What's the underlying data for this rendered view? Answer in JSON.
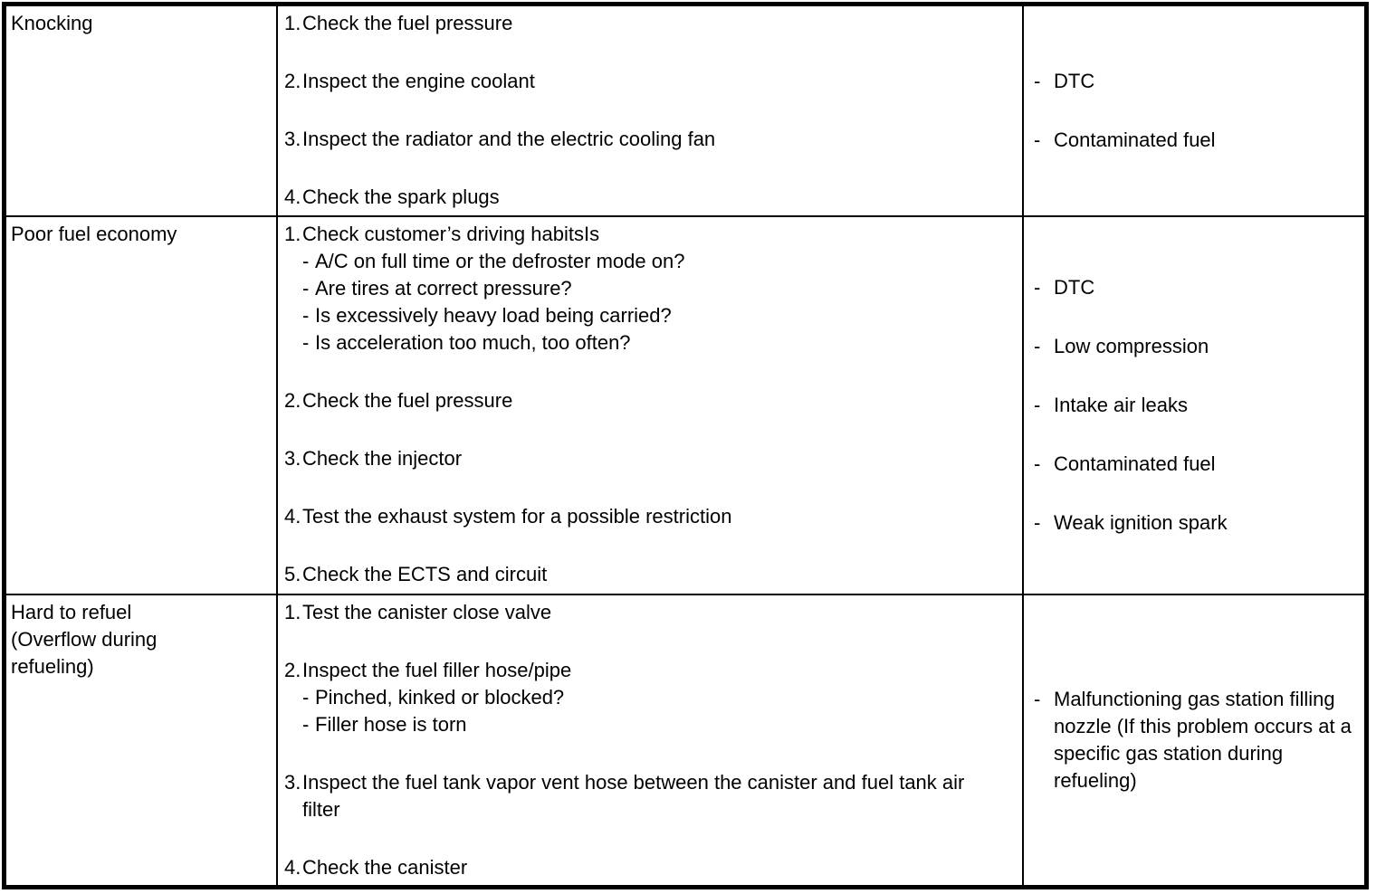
{
  "table": {
    "dash": "-",
    "rows": [
      {
        "symptom": "Knocking",
        "steps": [
          {
            "num": "1.",
            "text": "Check the fuel pressure"
          },
          {
            "num": "2.",
            "text": "Inspect the engine coolant"
          },
          {
            "num": "3.",
            "text": "Inspect the radiator and the electric cooling fan"
          },
          {
            "num": "4.",
            "text": "Check the spark plugs"
          }
        ],
        "causes": [
          {
            "text": "DTC"
          },
          {
            "text": "Contaminated fuel"
          }
        ]
      },
      {
        "symptom": "Poor fuel economy",
        "steps": [
          {
            "num": "1.",
            "text": "Check customer’s driving habitsIs",
            "subs": [
              {
                "text": "A/C on full time or the defroster mode on?"
              },
              {
                "text": "Are tires at correct pressure?"
              },
              {
                "text": "Is excessively heavy load being carried?"
              },
              {
                "text": "Is acceleration too much, too often?"
              }
            ]
          },
          {
            "num": "2.",
            "text": "Check the fuel pressure"
          },
          {
            "num": "3.",
            "text": "Check the injector"
          },
          {
            "num": "4.",
            "text": "Test the exhaust system for a possible restriction"
          },
          {
            "num": "5.",
            "text": "Check the ECTS and circuit"
          }
        ],
        "causes": [
          {
            "text": "DTC"
          },
          {
            "text": "Low compression"
          },
          {
            "text": "Intake air leaks"
          },
          {
            "text": "Contaminated fuel"
          },
          {
            "text": "Weak ignition spark"
          }
        ]
      },
      {
        "symptom": "Hard to refuel\n(Overflow during\nrefueling)",
        "steps": [
          {
            "num": "1.",
            "text": "Test the canister close valve"
          },
          {
            "num": "2.",
            "text": "Inspect the fuel filler hose/pipe",
            "subs": [
              {
                "text": "Pinched, kinked or blocked?"
              },
              {
                "text": "Filler hose is torn"
              }
            ]
          },
          {
            "num": "3.",
            "text": "Inspect the fuel tank vapor vent hose between the canister and fuel tank air filter"
          },
          {
            "num": "4.",
            "text": "Check the canister"
          }
        ],
        "causes": [
          {
            "text": "Malfunctioning gas station filling nozzle (If this problem occurs at a specific gas station during refueling)"
          }
        ]
      }
    ]
  }
}
